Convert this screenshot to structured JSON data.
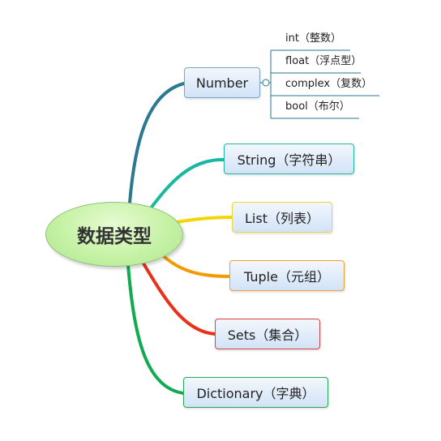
{
  "root": {
    "label": "数据类型"
  },
  "branches": [
    {
      "id": "number",
      "label": "Number",
      "color": "#2a7891",
      "children": [
        "int（整数）",
        "float（浮点型）",
        "complex（复数）",
        "bool（布尔）"
      ]
    },
    {
      "id": "string",
      "label": "String（字符串）",
      "color": "#1ab8a0"
    },
    {
      "id": "list",
      "label": "List（列表）",
      "color": "#f3d600"
    },
    {
      "id": "tuple",
      "label": "Tuple（元组）",
      "color": "#f39a00"
    },
    {
      "id": "sets",
      "label": "Sets（集合）",
      "color": "#e8301a"
    },
    {
      "id": "dictionary",
      "label": "Dictionary（字典）",
      "color": "#12aa50"
    }
  ],
  "colors": {
    "leaf_line": "#2a7891",
    "background": "#ffffff"
  }
}
